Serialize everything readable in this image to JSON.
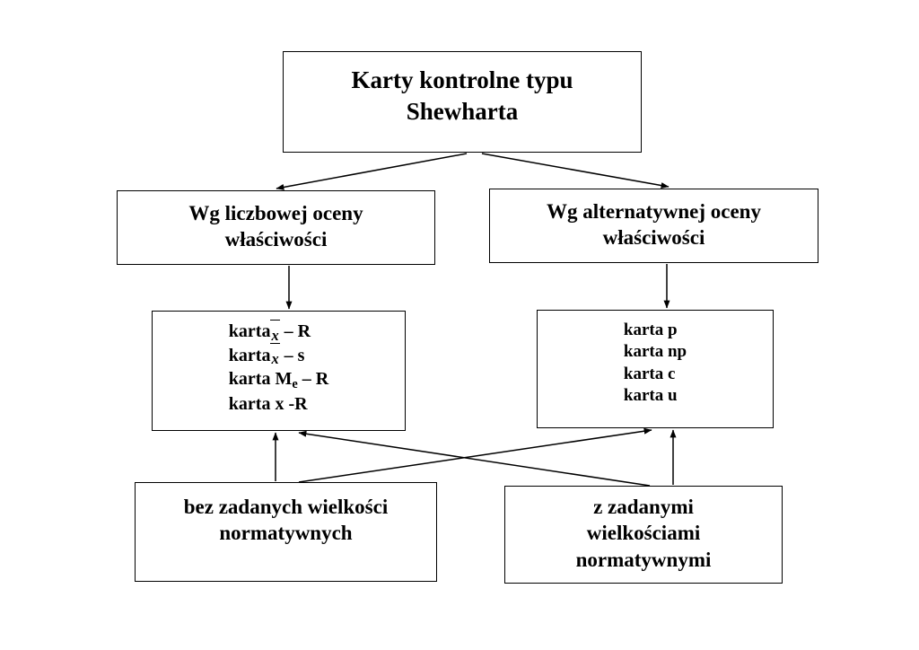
{
  "diagram": {
    "title_node": {
      "id": "karty-kontrolne-typu-shewharta",
      "line1": "Karty kontrolne typu",
      "line2": "Shewharta"
    },
    "branch_numeric": {
      "id": "wg-liczbowej-oceny-wlasciwosci",
      "line1": "Wg liczbowej oceny",
      "line2": "właściwości"
    },
    "branch_alternative": {
      "id": "wg-alternatywnej-oceny-wlasciwosci",
      "line1": "Wg alternatywnej oceny",
      "line2": "właściwości"
    },
    "numeric_charts": {
      "id": "karty-liczbowe",
      "item1_prefix": "karta",
      "item1_var": "x",
      "item1_suffix": "– R",
      "item2_prefix": "karta",
      "item2_var": "x",
      "item2_suffix": "– s",
      "item3_prefix": "karta M",
      "item3_sub": "e",
      "item3_suffix": "– R",
      "item4": "karta x -R"
    },
    "alternative_charts": {
      "id": "karty-alternatywne",
      "items": [
        "karta p",
        "karta np",
        "karta c",
        "karta u"
      ]
    },
    "without_spec": {
      "id": "bez-zadanych-wielkosci-normatywnych",
      "line1": "bez zadanych wielkości",
      "line2": "normatywnych"
    },
    "with_spec": {
      "id": "z-zadanymi-wielkosciami-normatywnymi",
      "line1": "z zadanymi",
      "line2": "wielkościami",
      "line3": "normatywnymi"
    },
    "colors": {
      "background": "#ffffff",
      "stroke": "#000000",
      "text": "#000000"
    }
  }
}
